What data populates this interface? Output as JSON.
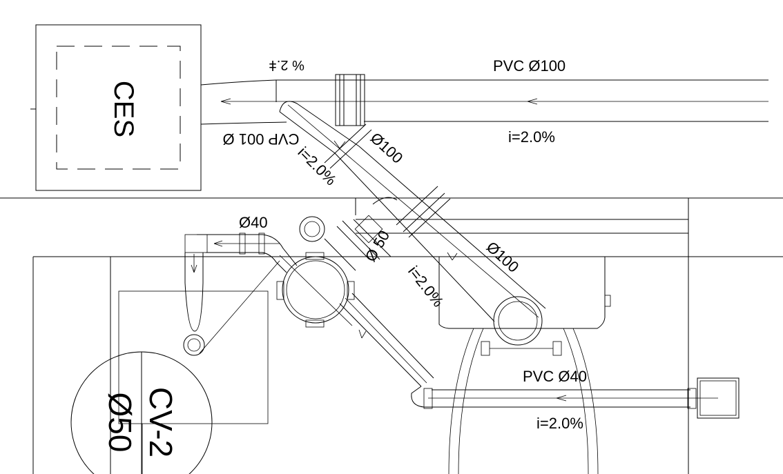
{
  "labels": {
    "ces": "CES",
    "slope_top_rev": "% 2.ǂ",
    "pvc_100": "PVC  Ø100",
    "cvp_100_rev": "CVP 001 Ø",
    "i_top": "i=2.0%",
    "d100_upper": "Ø100",
    "i_diag_upper": "i=2.0%",
    "d40_top": "Ø40",
    "d50_diag": "Ø 50",
    "d100_lower": "Ø100",
    "i_diag_mid": "i=2.0%",
    "pvc_40": "PVC  Ø40",
    "i_bottom": "i=2.0%",
    "cv2": "CV-2",
    "cv2_dia": "Ø50"
  }
}
